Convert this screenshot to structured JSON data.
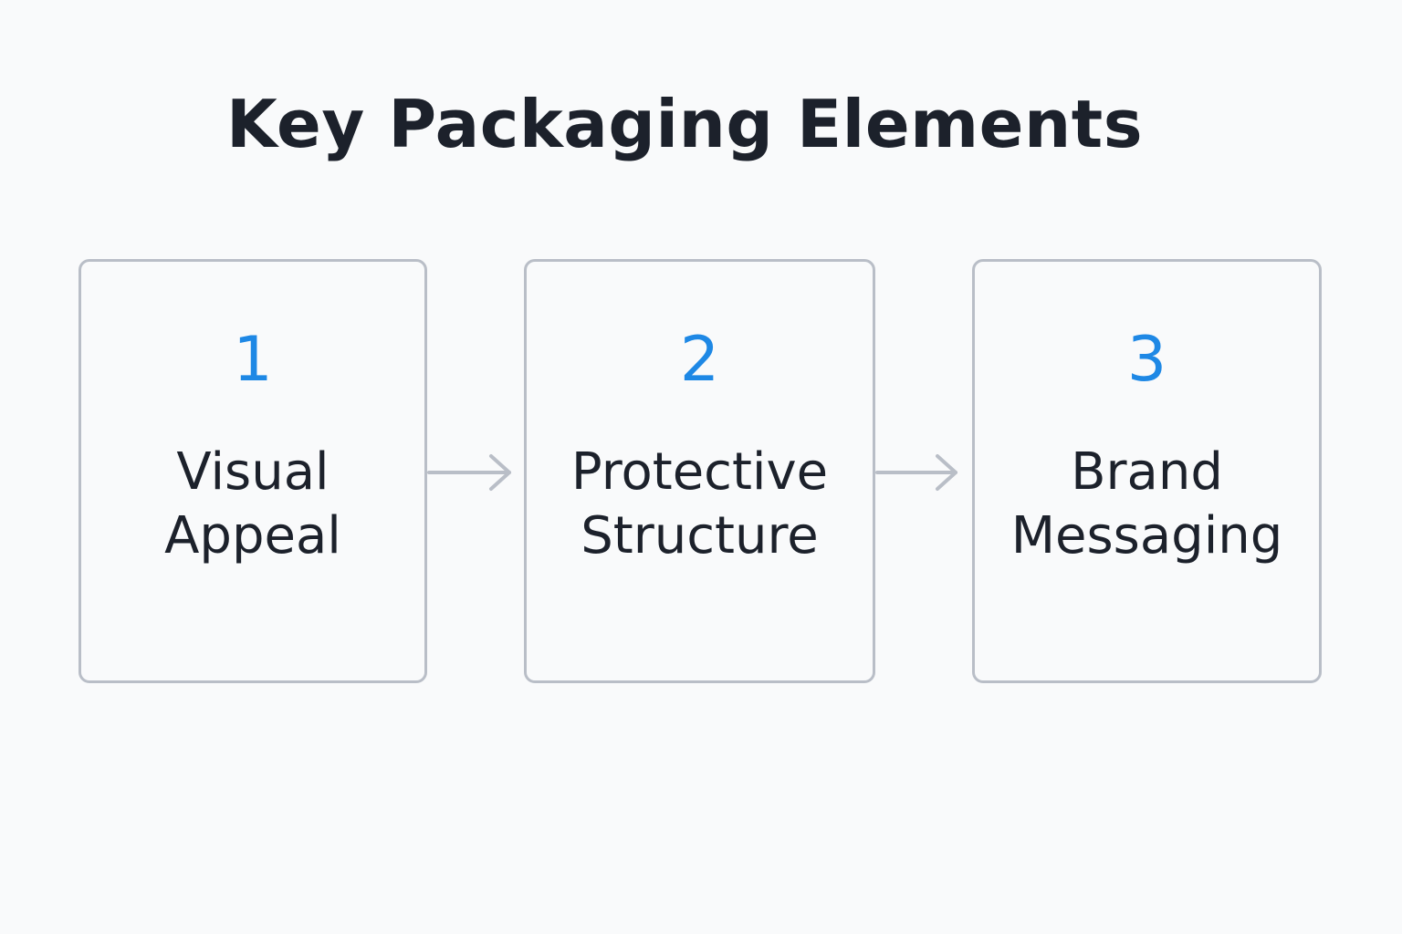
{
  "title": "Key Packaging Elements",
  "colors": {
    "accent": "#1e88e5",
    "border": "#b9bec7",
    "arrow": "#b9bec7",
    "text": "#1c212b",
    "background": "#f9fafb"
  },
  "steps": [
    {
      "number": "1",
      "label_lines": [
        "Visual",
        "Appeal"
      ]
    },
    {
      "number": "2",
      "label_lines": [
        "Protective",
        "Structure"
      ]
    },
    {
      "number": "3",
      "label_lines": [
        "Brand",
        "Messaging"
      ]
    }
  ],
  "connectors": [
    {
      "from": "1",
      "to": "2",
      "icon": "arrow-right-icon"
    },
    {
      "from": "2",
      "to": "3",
      "icon": "arrow-right-icon"
    }
  ]
}
